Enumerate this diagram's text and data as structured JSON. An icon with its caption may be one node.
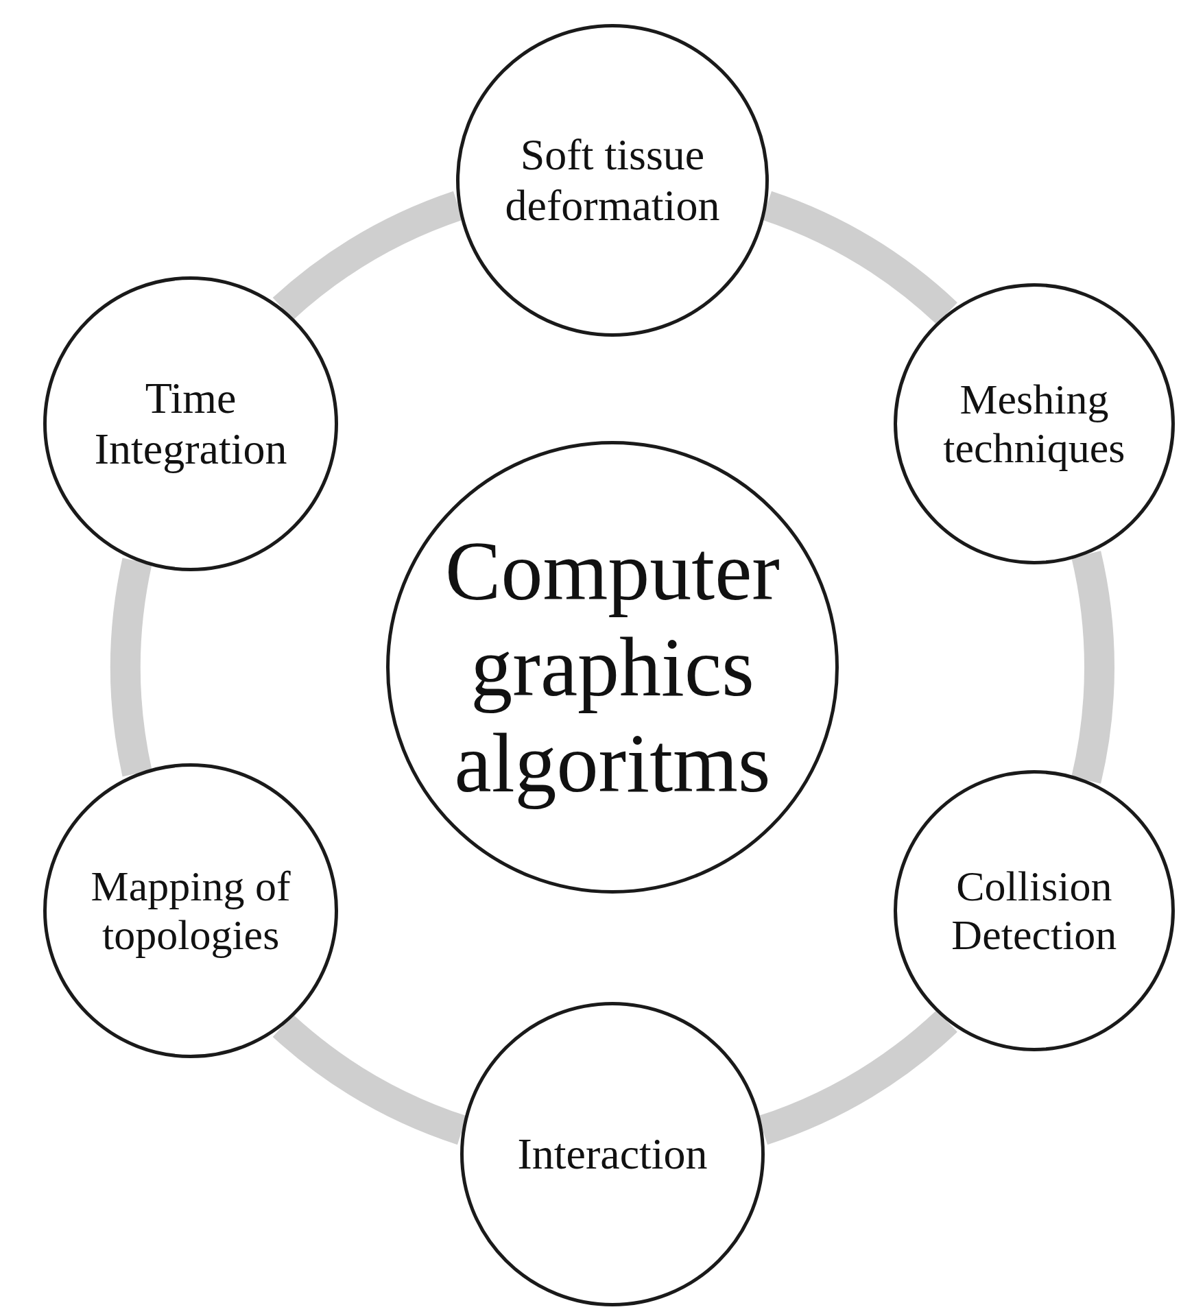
{
  "diagram": {
    "nodes": [
      {
        "text": [
          "Soft tissue deformation"
        ]
      },
      {
        "text": [
          "Meshing techniques"
        ]
      },
      {
        "text": [
          "Collision Detection"
        ]
      },
      {
        "text": [
          "Interaction"
        ]
      },
      {
        "text": [
          "Mapping of topologies"
        ]
      },
      {
        "text": [
          "Time Integration"
        ]
      },
      {
        "text": [
          "Computer graphics algoritms"
        ]
      }
    ],
    "edges": [
      {
        "from": 0,
        "to": 1,
        "arrow": "none"
      },
      {
        "from": 1,
        "to": 2,
        "arrow": "none"
      },
      {
        "from": 2,
        "to": 3,
        "arrow": "none"
      },
      {
        "from": 3,
        "to": 4,
        "arrow": "none"
      },
      {
        "from": 4,
        "to": 5,
        "arrow": "none"
      },
      {
        "from": 5,
        "to": 0,
        "arrow": "none"
      }
    ]
  }
}
